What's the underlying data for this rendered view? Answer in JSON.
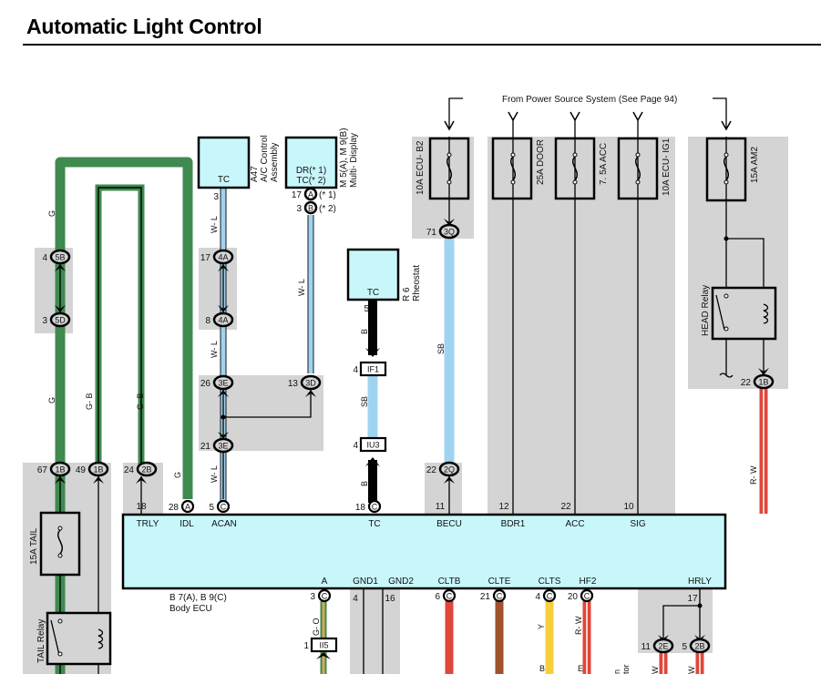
{
  "page": {
    "title": "Automatic Light Control"
  },
  "colors": {
    "green": "#3e8a4f",
    "light_blue": "#9fd4f0",
    "component_fill": "#c8f7fb",
    "shade": "#d4d4d4",
    "red": "#e0463a",
    "brown": "#a0522d",
    "yellow": "#f7cf3a",
    "orange_tan": "#d8a85a"
  },
  "power_source": {
    "label": "From Power Source System (See Page 94)"
  },
  "fuses": [
    {
      "id": "ecu-b2",
      "label": "10A ECU- B2"
    },
    {
      "id": "door",
      "label": "25A DOOR"
    },
    {
      "id": "acc",
      "label": "7. 5A ACC"
    },
    {
      "id": "ecu-ig1",
      "label": "10A ECU- IG1"
    },
    {
      "id": "am2",
      "label": "15A AM2"
    },
    {
      "id": "tail",
      "label": "15A TAIL"
    }
  ],
  "relays": [
    {
      "id": "head",
      "label": "HEAD Relay"
    },
    {
      "id": "tail",
      "label": "TAIL Relay"
    }
  ],
  "components": {
    "ac_control": {
      "pin_name": "TC",
      "code": "A47",
      "name1": "A/C Control",
      "name2": "Assembly"
    },
    "multi_display": {
      "pin_name1": "DR(* 1)",
      "pin_name2": "TC(* 2)",
      "code": "M 5(A), M 9(B)",
      "name": "Multi- Display"
    },
    "rheostat": {
      "pin_name": "TC",
      "code": "R 6",
      "name": "Rheostat"
    },
    "body_ecu": {
      "code": "B 7(A), B 9(C)",
      "name": "Body ECU"
    }
  },
  "connectors": {
    "c5b": {
      "pin": "4",
      "id": "5B"
    },
    "c5d": {
      "pin": "3",
      "id": "5D"
    },
    "c1b_67": {
      "pin": "67",
      "id": "1B"
    },
    "c1b_49": {
      "pin": "49",
      "id": "1B"
    },
    "c2b_24": {
      "pin": "24",
      "id": "2B"
    },
    "ac_pin": {
      "pin": "3"
    },
    "md_a": {
      "pin": "17",
      "id": "A",
      "note": "(* 1)"
    },
    "md_b": {
      "pin": "3",
      "id": "B",
      "note": "(* 2)"
    },
    "c4a_17": {
      "pin": "17",
      "id": "4A"
    },
    "c4a_8": {
      "pin": "8",
      "id": "4A"
    },
    "c3e_26": {
      "pin": "26",
      "id": "3E"
    },
    "c3d_13": {
      "pin": "13",
      "id": "3D"
    },
    "c3e_21": {
      "pin": "21",
      "id": "3E"
    },
    "rh_pin": {
      "pin": "5"
    },
    "if1": {
      "pin": "4",
      "id": "IF1"
    },
    "iu3": {
      "pin": "4",
      "id": "IU3"
    },
    "c3q": {
      "pin": "71",
      "id": "3Q"
    },
    "c2q": {
      "pin": "22",
      "id": "2Q"
    },
    "c1b_22": {
      "pin": "22",
      "id": "1B"
    },
    "ii5": {
      "pin": "1",
      "id": "II5"
    },
    "c2e_11": {
      "pin": "11",
      "id": "2E"
    },
    "c2b_5": {
      "pin": "5",
      "id": "2B"
    }
  },
  "ecu_pins_top": [
    {
      "name": "TRLY",
      "num": "18",
      "conn": ""
    },
    {
      "name": "IDL",
      "num": "28",
      "conn": "A"
    },
    {
      "name": "ACAN",
      "num": "5",
      "conn": "C"
    },
    {
      "name": "TC",
      "num": "18",
      "conn": "C"
    },
    {
      "name": "BECU",
      "num": "11",
      "conn": ""
    },
    {
      "name": "BDR1",
      "num": "12",
      "conn": ""
    },
    {
      "name": "ACC",
      "num": "22",
      "conn": ""
    },
    {
      "name": "SIG",
      "num": "10",
      "conn": ""
    }
  ],
  "ecu_pins_bottom": [
    {
      "name": "A",
      "num": "3",
      "conn": "C"
    },
    {
      "name": "GND1",
      "num": "4",
      "conn": ""
    },
    {
      "name": "GND2",
      "num": "16",
      "conn": ""
    },
    {
      "name": "CLTB",
      "num": "6",
      "conn": "C"
    },
    {
      "name": "CLTE",
      "num": "21",
      "conn": "C"
    },
    {
      "name": "CLTS",
      "num": "4",
      "conn": "C"
    },
    {
      "name": "HF2",
      "num": "20",
      "conn": "C"
    },
    {
      "name": "HRLY",
      "num": "17",
      "conn": ""
    }
  ],
  "wire_labels": {
    "g_left_top": "G",
    "g_left_mid": "G",
    "gb_1": "G- B",
    "gb_2": "G- B",
    "g_idl": "G",
    "wl_ac_top": "W- L",
    "wl_ac_mid": "W- L",
    "wl_ac_low": "W- L",
    "wl_md": "W- L",
    "b_rh": "B",
    "sb_rh": "SB",
    "b_tc": "B",
    "sb_becu": "SB",
    "rw_head": "R- W",
    "go_a": "G- O",
    "y_clts": "Y",
    "rw_hf2": "R- W",
    "b_bottom": "B",
    "e_bottom": "E",
    "w_2e": "W",
    "w_2b": "W",
    "tor_fragment": "tor",
    "n_fragment": "n"
  }
}
